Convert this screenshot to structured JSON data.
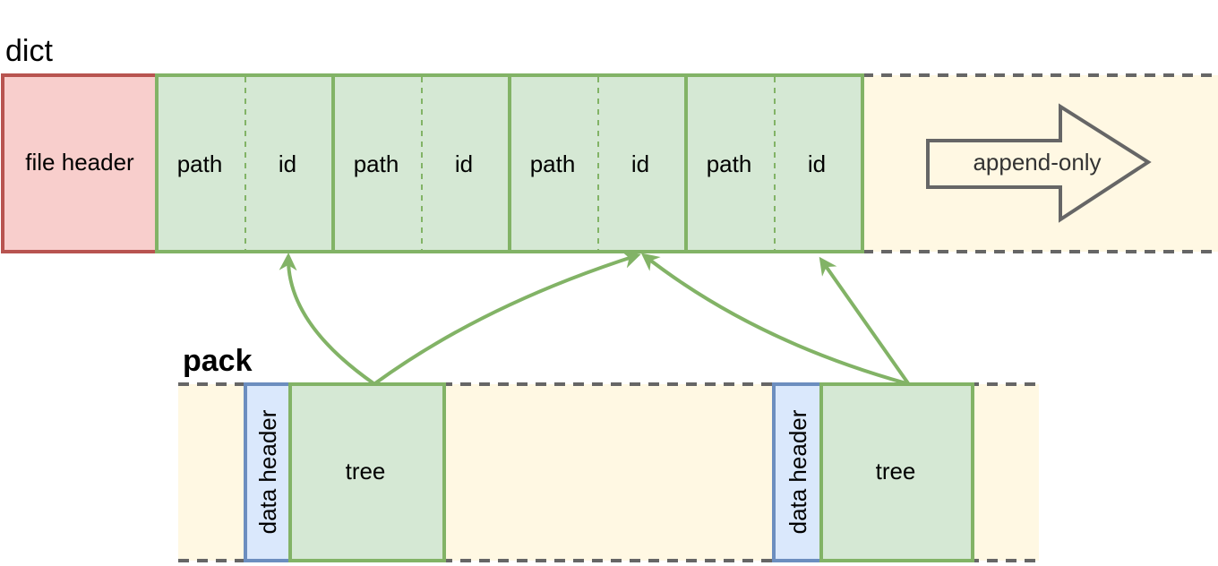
{
  "dict": {
    "title": "dict",
    "header_label": "file header",
    "entries": [
      {
        "path_label": "path",
        "id_label": "id"
      },
      {
        "path_label": "path",
        "id_label": "id"
      },
      {
        "path_label": "path",
        "id_label": "id"
      },
      {
        "path_label": "path",
        "id_label": "id"
      }
    ],
    "arrow_label": "append-only"
  },
  "pack": {
    "title": "pack",
    "blocks": [
      {
        "header_label": "data header",
        "tree_label": "tree"
      },
      {
        "header_label": "data header",
        "tree_label": "tree"
      }
    ]
  },
  "colors": {
    "green_fill": "#d5e8d4",
    "green_stroke": "#82b366",
    "red_fill": "#f8cecc",
    "red_stroke": "#b85450",
    "blue_fill": "#dae8fc",
    "blue_stroke": "#6c8ebf",
    "cream_fill": "#fff8e3",
    "gray_stroke": "#666666"
  }
}
